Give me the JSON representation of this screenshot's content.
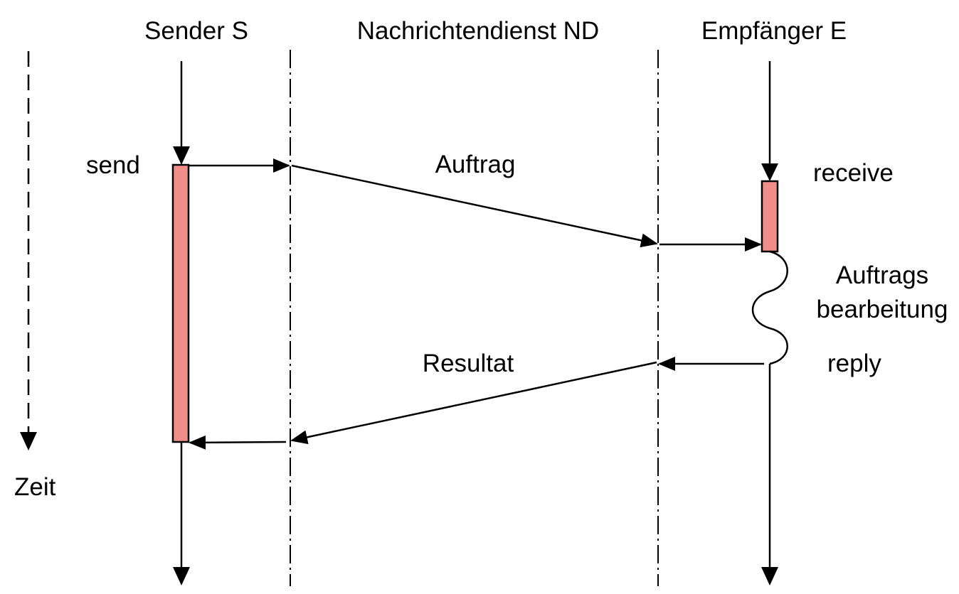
{
  "columns": {
    "sender": "Sender S",
    "service": "Nachrichtendienst ND",
    "receiver": "Empfänger E"
  },
  "labels": {
    "send": "send",
    "receive": "receive",
    "order": "Auftrag",
    "processing_line1": "Auftrags",
    "processing_line2": "bearbeitung",
    "result": "Resultat",
    "reply": "reply",
    "time": "Zeit"
  },
  "colors": {
    "activation_bar": "#f08e8a",
    "line": "#000000"
  }
}
